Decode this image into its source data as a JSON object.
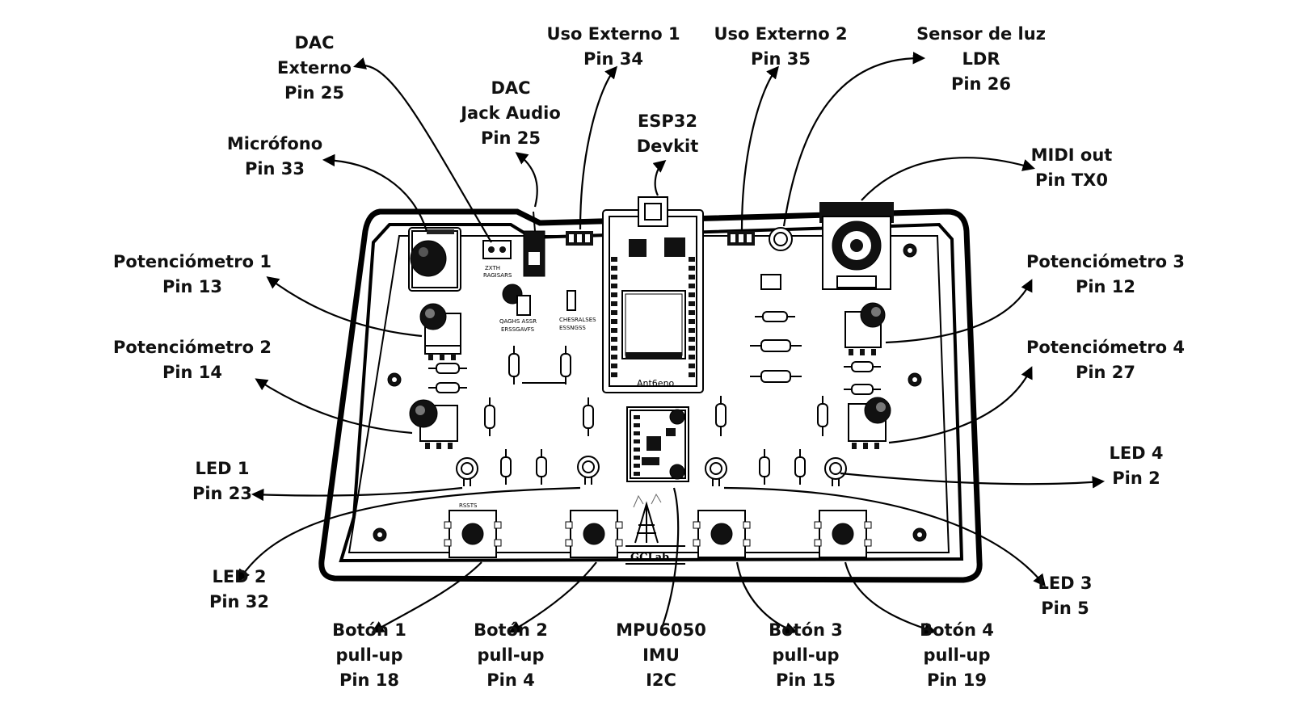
{
  "labels": {
    "dac_externo": [
      "DAC",
      "Externo",
      "Pin 25"
    ],
    "dac_jack": [
      "DAC",
      "Jack Audio",
      "Pin 25"
    ],
    "uso_externo_1": [
      "Uso Externo 1",
      "Pin 34"
    ],
    "esp32": [
      "ESP32",
      "Devkit"
    ],
    "uso_externo_2": [
      "Uso Externo 2",
      "Pin 35"
    ],
    "sensor_luz": [
      "Sensor de luz",
      "LDR",
      "Pin 26"
    ],
    "microfono": [
      "Micrófono",
      "Pin 33"
    ],
    "midi_out": [
      "MIDI out",
      "Pin TX0"
    ],
    "pot1": [
      "Potenciómetro 1",
      "Pin 13"
    ],
    "pot2": [
      "Potenciómetro 2",
      "Pin 14"
    ],
    "pot3": [
      "Potenciómetro 3",
      "Pin 12"
    ],
    "pot4": [
      "Potenciómetro 4",
      "Pin 27"
    ],
    "led1": [
      "LED 1",
      "Pin 23"
    ],
    "led2": [
      "LED 2",
      "Pin 32"
    ],
    "led3": [
      "LED 3",
      "Pin 5"
    ],
    "led4": [
      "LED 4",
      "Pin 2"
    ],
    "boton1": [
      "Botón 1",
      "pull-up",
      "Pin 18"
    ],
    "boton2": [
      "Botón 2",
      "pull-up",
      "Pin 4"
    ],
    "mpu6050": [
      "MPU6050",
      "IMU",
      "I2C"
    ],
    "boton3": [
      "Botón 3",
      "pull-up",
      "Pin 15"
    ],
    "boton4": [
      "Botón 4",
      "pull-up",
      "Pin 19"
    ]
  },
  "board_text": {
    "esp32_chip": "Ant6eno",
    "logo": "GCLab."
  }
}
